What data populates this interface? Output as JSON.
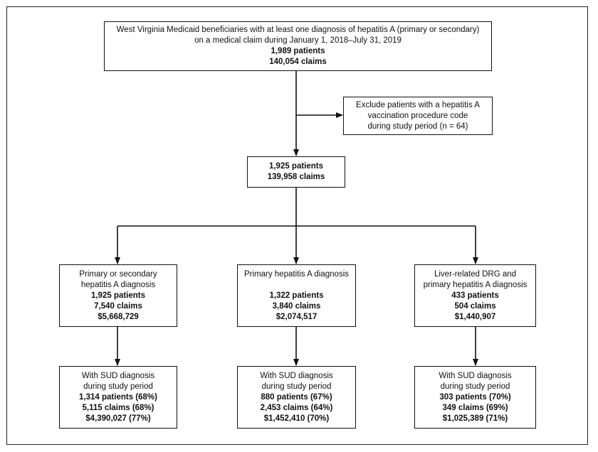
{
  "top": {
    "line1": "West Virginia Medicaid beneficiaries with at least one diagnosis of hepatitis A (primary or secondary)",
    "line2": "on a medical claim during January 1, 2018–July 31, 2019",
    "patients": "1,989 patients",
    "claims": "140,054 claims"
  },
  "exclude": {
    "line1": "Exclude patients with a hepatitis A",
    "line2": "vaccination procedure code",
    "line3": "during study period (n = 64)"
  },
  "middle": {
    "patients": "1,925 patients",
    "claims": "139,958 claims"
  },
  "branches": [
    {
      "title1": "Primary or secondary",
      "title2": "hepatitis A diagnosis",
      "patients": "1,925 patients",
      "claims": "7,540 claims",
      "cost": "$5,668,729",
      "sud": {
        "line1": "With SUD diagnosis",
        "line2": "during study period",
        "patients": "1,314 patients (68%)",
        "claims": "5,115 claims (68%)",
        "cost": "$4,390,027 (77%)"
      }
    },
    {
      "title1": "Primary hepatitis A diagnosis",
      "title2": "",
      "patients": "1,322 patients",
      "claims": "3,840 claims",
      "cost": "$2,074,517",
      "sud": {
        "line1": "With SUD diagnosis",
        "line2": "during study period",
        "patients": "880 patients (67%)",
        "claims": "2,453 claims (64%)",
        "cost": "$1,452,410 (70%)"
      }
    },
    {
      "title1": "Liver-related DRG and",
      "title2": "primary hepatitis A diagnosis",
      "patients": "433 patients",
      "claims": "504 claims",
      "cost": "$1,440,907",
      "sud": {
        "line1": "With SUD diagnosis",
        "line2": "during study period",
        "patients": "303 patients (70%)",
        "claims": "349 claims (69%)",
        "cost": "$1,025,389 (71%)"
      }
    }
  ]
}
